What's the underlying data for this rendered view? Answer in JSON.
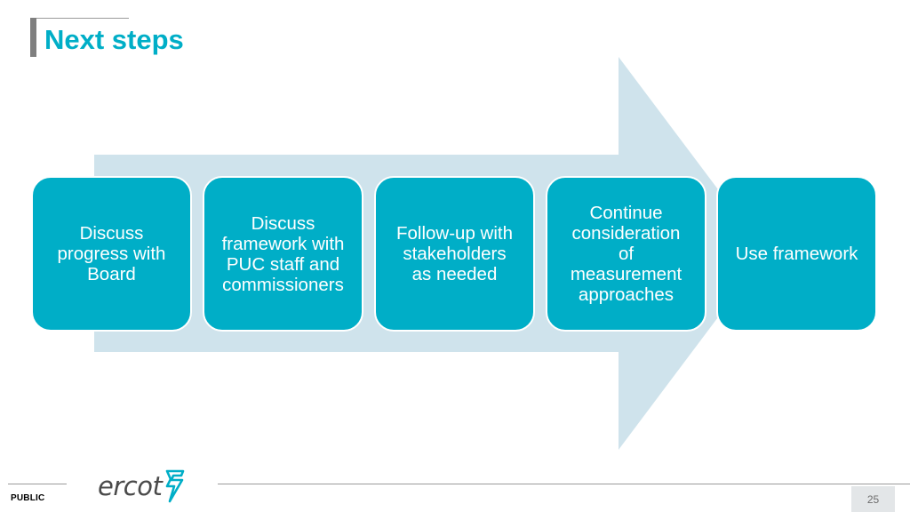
{
  "slide": {
    "title": "Next steps",
    "steps": [
      {
        "lines": [
          "Discuss",
          "progress with",
          "Board"
        ]
      },
      {
        "lines": [
          "Discuss",
          "framework with",
          "PUC staff and",
          "commissioners"
        ]
      },
      {
        "lines": [
          "Follow-up with",
          "stakeholders",
          "as needed"
        ]
      },
      {
        "lines": [
          "Continue",
          "consideration",
          "of",
          "measurement",
          "approaches"
        ]
      },
      {
        "lines": [
          "Use framework"
        ]
      }
    ]
  },
  "footer": {
    "classification": "PUBLIC",
    "logo_text": "ercot",
    "page_number": "25"
  },
  "colors": {
    "accent": "#00aec7",
    "arrow": "#cfe3ec",
    "title_bar": "#7f7f7f"
  }
}
